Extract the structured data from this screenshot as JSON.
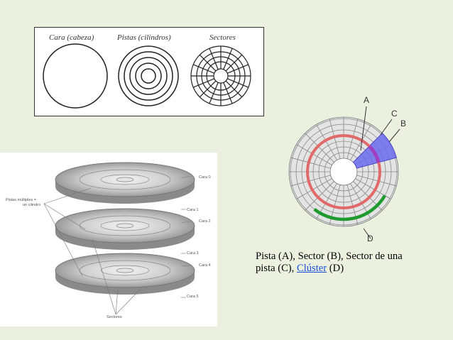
{
  "top_panel": {
    "labels": [
      "Cara (cabeza)",
      "Pistas (cilindros)",
      "Sectores"
    ]
  },
  "bottom_panel": {
    "left_label_line1": "Pistas múltiples =",
    "left_label_line2": "un cilindro",
    "face_labels": [
      "Cara 0",
      "Cara 1",
      "Cara 2",
      "Cara 3",
      "Cara 4",
      "Cara 5"
    ],
    "bottom_label": "Sectores"
  },
  "disk_diagram": {
    "labels": [
      "A",
      "B",
      "C",
      "D"
    ],
    "colors": {
      "track": "#e06a6a",
      "sector": "#6b6bf0",
      "track_sector": "#a040c0",
      "cluster": "#1e9a2e"
    }
  },
  "caption": {
    "part1": "Pista (A), Sector (B), Sector de una",
    "part2": "pista (C), ",
    "link": "Clúster",
    "part3": " (D)"
  }
}
